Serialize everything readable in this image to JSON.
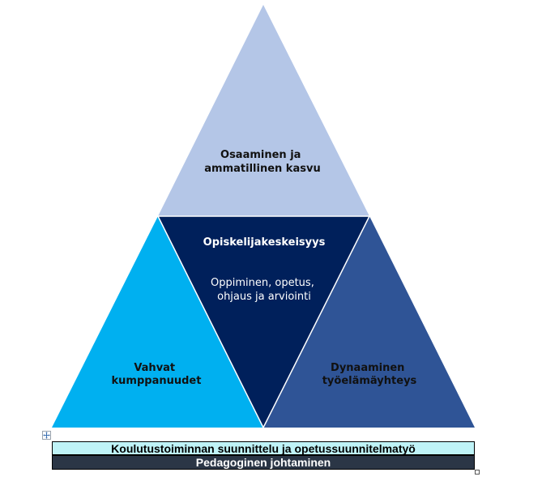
{
  "triangles": {
    "top": {
      "lines": [
        "Osaaminen ja",
        "ammatillinen kasvu"
      ],
      "color": "#b4c6e7",
      "text_color": "#111111"
    },
    "center": {
      "title": "Opiskelijakeskeisyys",
      "lines": [
        "Oppiminen, opetus,",
        "ohjaus ja arviointi"
      ],
      "color": "#00205b",
      "text_color": "#ffffff"
    },
    "left": {
      "lines": [
        "Vahvat",
        "kumppanuudet"
      ],
      "color": "#00b0f0",
      "text_color": "#111111"
    },
    "right": {
      "lines": [
        "Dynaaminen",
        "työelämäyhteys"
      ],
      "color": "#2f5496",
      "text_color": "#111111"
    }
  },
  "bars": {
    "planning": "Koulutustoiminnan suunnittelu ja opetussuunnitelmatyö",
    "leadership": "Pedagoginen johtaminen"
  },
  "handles": {
    "move_icon": "move-arrows-icon",
    "resize_icon": "resize-handle"
  }
}
